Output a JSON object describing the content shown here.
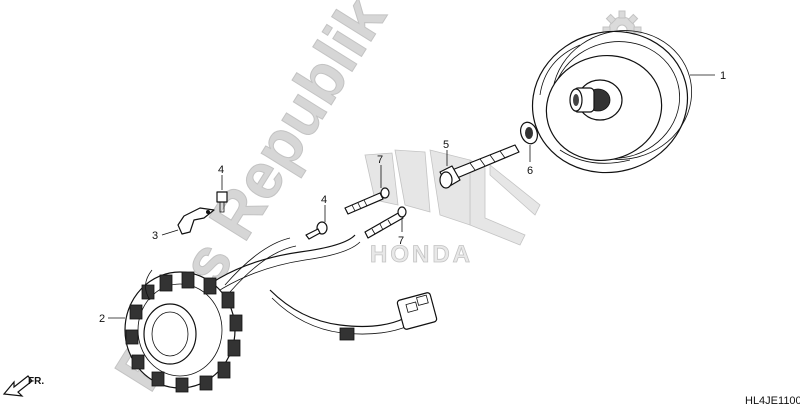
{
  "watermark": {
    "text": "Parts Republik",
    "color": "#cfcfcf",
    "brand_text": "HONDA"
  },
  "callouts": [
    {
      "id": "1",
      "label": "1"
    },
    {
      "id": "2",
      "label": "2"
    },
    {
      "id": "3",
      "label": "3"
    },
    {
      "id": "4a",
      "label": "4"
    },
    {
      "id": "4b",
      "label": "4"
    },
    {
      "id": "5",
      "label": "5"
    },
    {
      "id": "6",
      "label": "6"
    },
    {
      "id": "7a",
      "label": "7"
    },
    {
      "id": "7b",
      "label": "7"
    }
  ],
  "direction_label": "FR.",
  "diagram_code": "HL4JE1100",
  "icons": [
    "gear-icon",
    "direction-arrow-icon"
  ]
}
